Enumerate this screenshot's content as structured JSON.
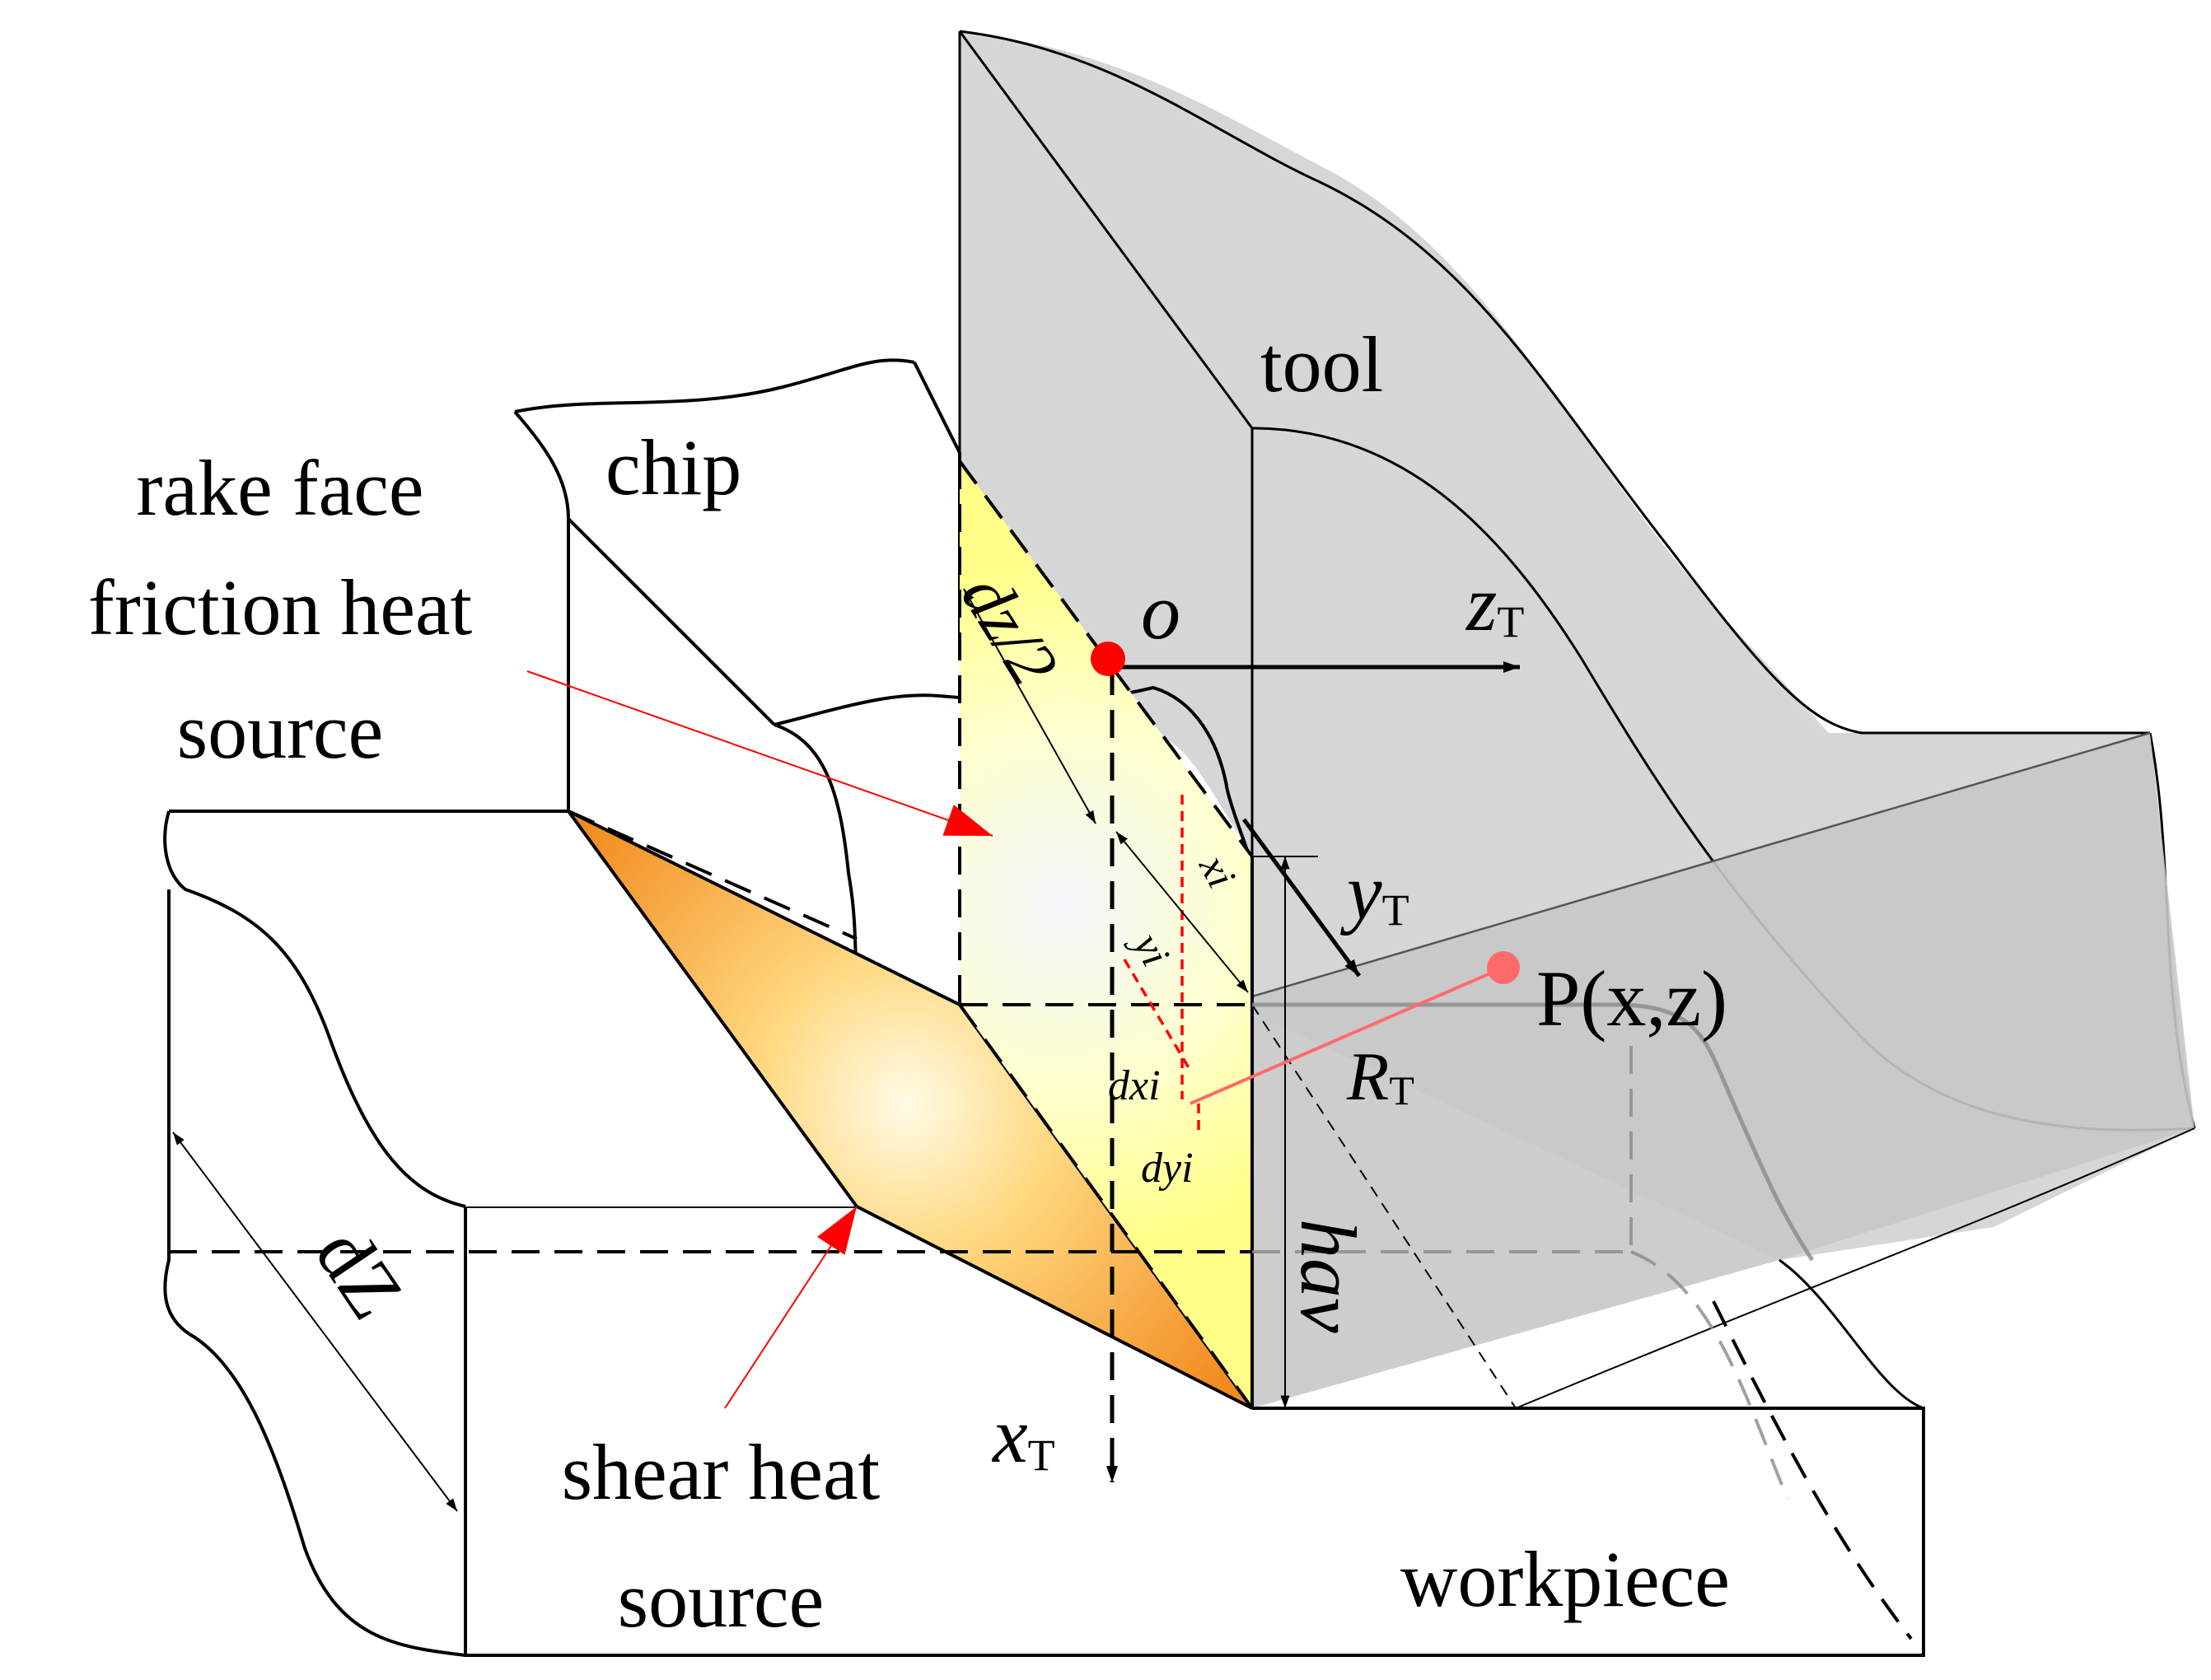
{
  "labels": {
    "tool": "tool",
    "chip": "chip",
    "workpiece": "workpiece",
    "rake_line1": "rake face",
    "rake_line2": "friction heat",
    "rake_line3": "source",
    "shear_line1": "shear heat",
    "shear_line2": "source",
    "origin": "o",
    "z_axis": "z",
    "z_sub": "T",
    "y_axis": "y",
    "y_sub": "T",
    "x_axis": "x",
    "x_sub": "T",
    "point": "P(x,z)",
    "radius": "R",
    "radius_sub": "T",
    "dz_half": "dz/2",
    "xi": "xi",
    "yi": "yi",
    "dxi": "dxi",
    "dyi": "dyi",
    "hav": "hav",
    "dz": "dZ"
  },
  "colors": {
    "outline": "#000000",
    "tool_fill": "#d6d6d6",
    "tool_face": "#cccccc",
    "accent_red": "#ff0000",
    "point_red": "#ff6b6b",
    "rake_fill": "#ffff99",
    "shear_fill": "#f9a637"
  }
}
